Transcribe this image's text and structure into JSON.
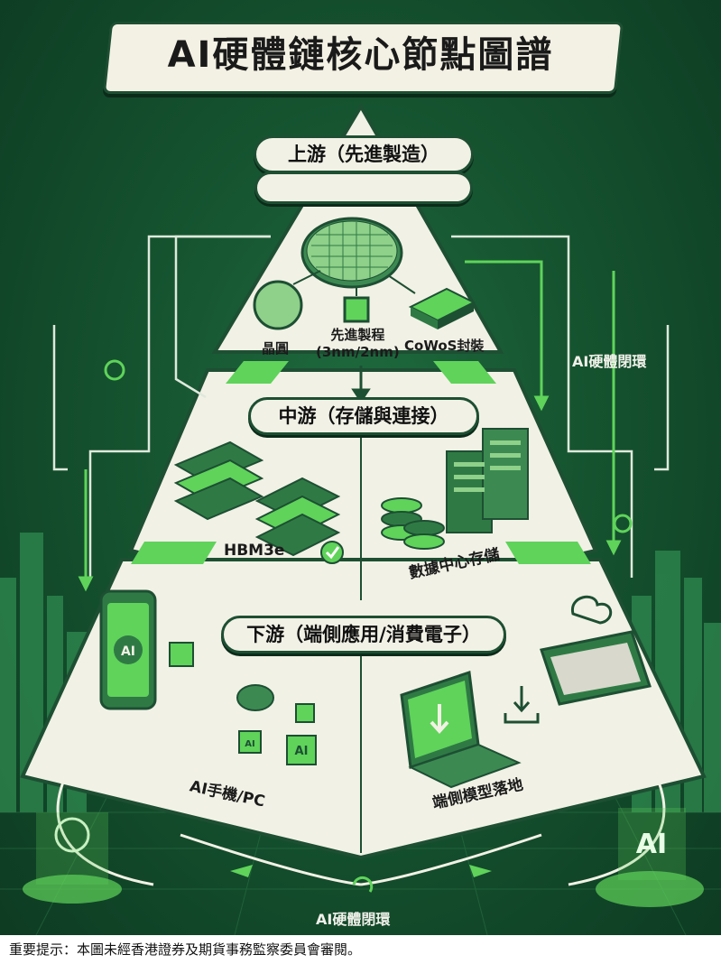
{
  "title": "AI硬體鏈核心節點圖譜",
  "tiers": {
    "upstream": {
      "header": "上游（先進製造）",
      "items": [
        "晶圓",
        "先進製程\n(3nm/2nm)",
        "CoWoS封裝"
      ]
    },
    "midstream": {
      "header": "中游（存儲與連接）",
      "items": [
        "HBM3e",
        "數據中心存儲"
      ]
    },
    "downstream": {
      "header": "下游（端側應用/消費電子）",
      "items": [
        "AI手機/PC",
        "端側模型落地"
      ]
    }
  },
  "loop_labels": {
    "right": "AI硬體閉環",
    "bottom": "AI硬體閉環"
  },
  "chip_texts": {
    "hbm": "HBM3e",
    "ai": "AI"
  },
  "notice": "重要提示：本圖未經香港證券及期貨事務監察委員會審閱。",
  "colors": {
    "bg": "#15532f",
    "cream": "#f2f1e6",
    "accent": "#5fd35a",
    "dark": "#1d4f33"
  }
}
